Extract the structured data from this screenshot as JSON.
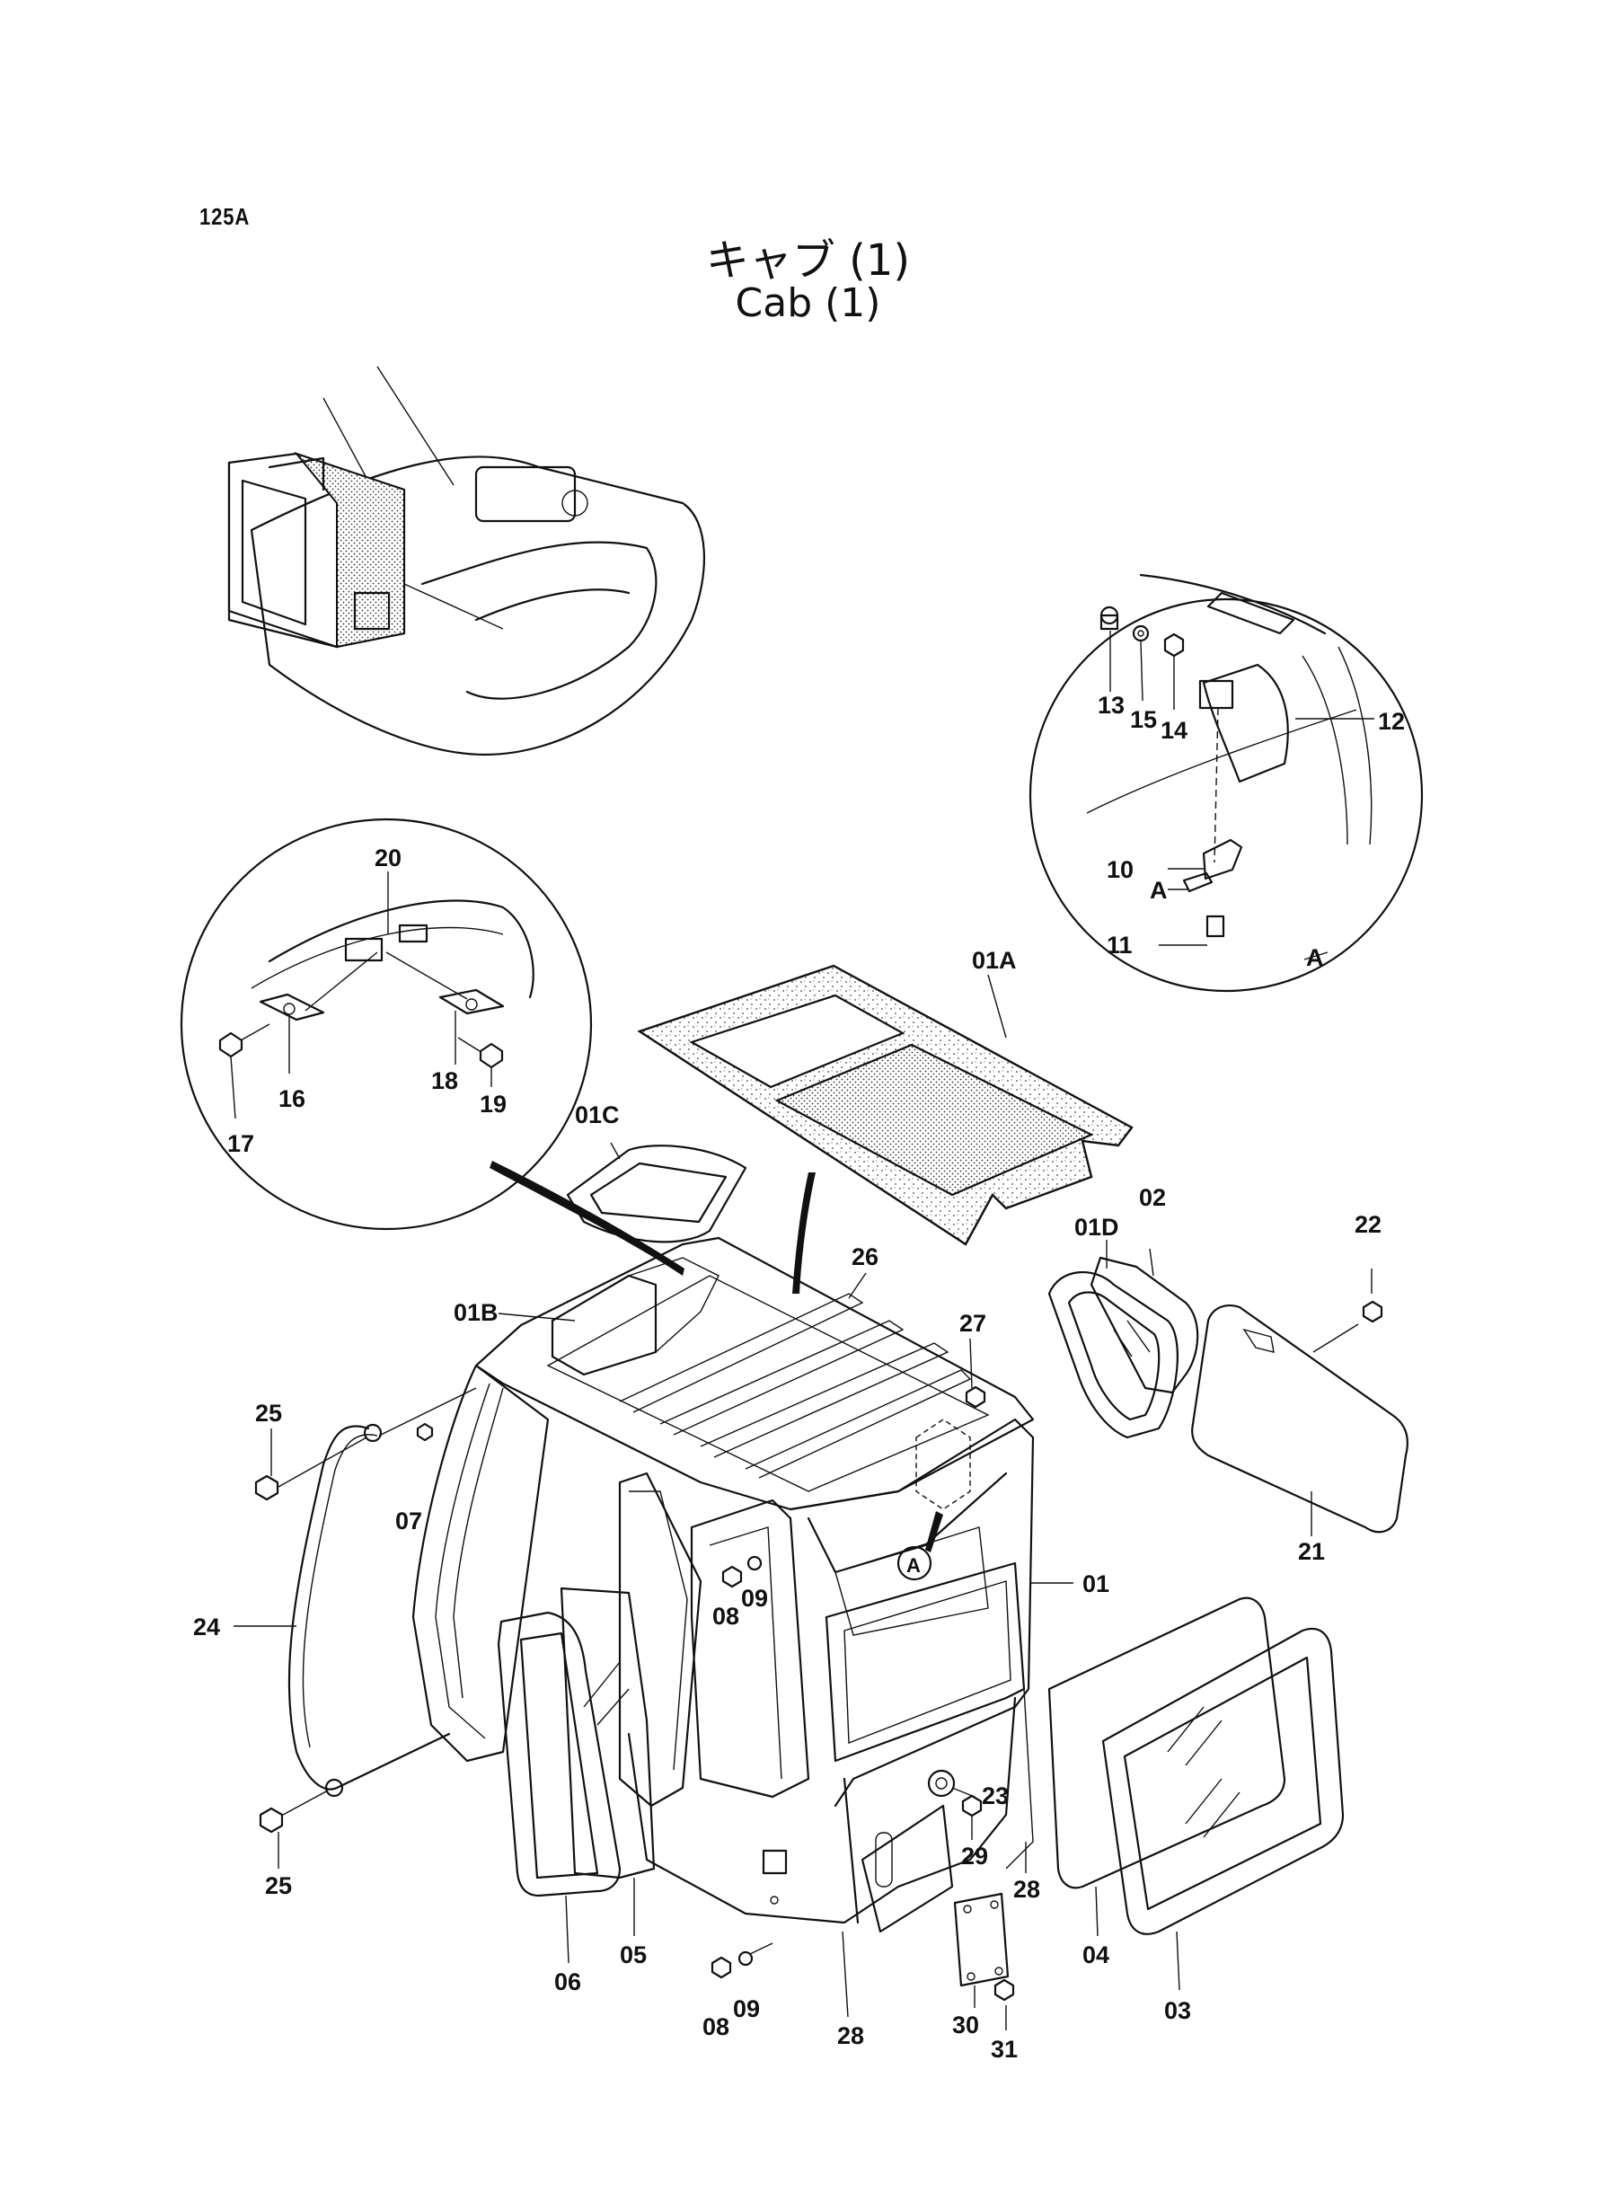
{
  "page_number": "125A",
  "title_ja": "キャブ (1)",
  "title_en": "Cab (1)",
  "part_labels": {
    "p01": "01",
    "p01A": "01A",
    "p01B": "01B",
    "p01C": "01C",
    "p01D": "01D",
    "p02": "02",
    "p03": "03",
    "p04": "04",
    "p05": "05",
    "p06": "06",
    "p07": "07",
    "p08a": "08",
    "p08b": "08",
    "p09a": "09",
    "p09b": "09",
    "p10": "10",
    "p11": "11",
    "p12": "12",
    "p13": "13",
    "p14": "14",
    "p15": "15",
    "p16": "16",
    "p17": "17",
    "p18": "18",
    "p19": "19",
    "p20": "20",
    "p21": "21",
    "p22": "22",
    "p23": "23",
    "p24": "24",
    "p25a": "25",
    "p25b": "25",
    "p26": "26",
    "p27": "27",
    "p28a": "28",
    "p28b": "28",
    "p29": "29",
    "p30": "30",
    "p31": "31"
  },
  "detail_callouts": {
    "detail_a_tag": "A",
    "detail_a_ref1": "A",
    "detail_a_ref2": "A"
  }
}
